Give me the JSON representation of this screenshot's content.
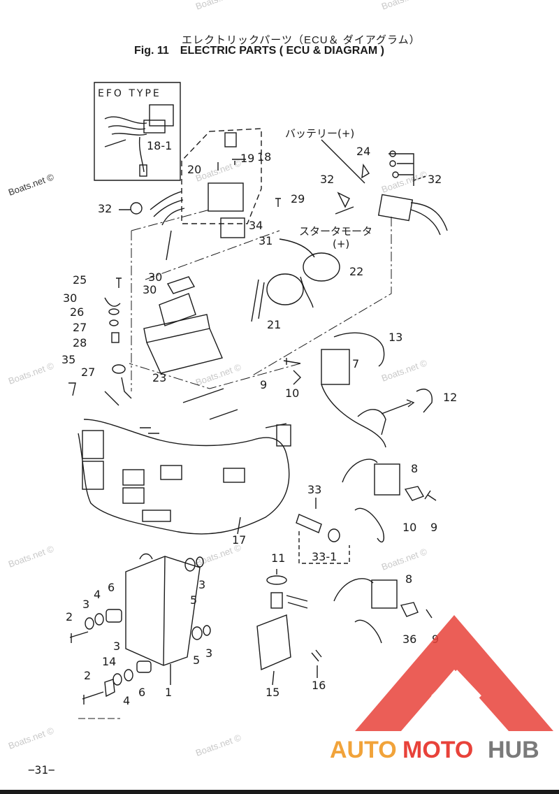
{
  "header": {
    "title_jp": "エレクトリックパーツ（ECU＆ ダイアグラム）",
    "fig_label": "Fig. 11",
    "title_en": "ELECTRIC PARTS ( ECU & DIAGRAM )"
  },
  "inset_label": "EFO TYPE",
  "labels": {
    "battery": "バッテリー(+)",
    "starter_motor": "スタータモータ",
    "starter_plus": "(+)"
  },
  "callouts": [
    "18-1",
    "18",
    "19",
    "20",
    "32",
    "29",
    "24",
    "32",
    "32",
    "34",
    "31",
    "22",
    "25",
    "30",
    "30",
    "26",
    "27",
    "28",
    "21",
    "23",
    "13",
    "35",
    "27",
    "9",
    "7",
    "10",
    "12",
    "8",
    "10",
    "9",
    "33",
    "33-1",
    "17",
    "8",
    "11",
    "2",
    "3",
    "4",
    "6",
    "5",
    "3",
    "5",
    "3",
    "36",
    "9",
    "2",
    "14",
    "3",
    "4",
    "6",
    "1",
    "16",
    "15"
  ],
  "watermark": "Boats.net ©",
  "logo": {
    "part1": "AUTO",
    "part2": "MOTO",
    "part3": "HUB"
  },
  "colors": {
    "line": "#1a1a1a",
    "watermark": "#c8c8c8",
    "logo_red": "#e8423a",
    "logo_orange": "#f1a33a",
    "logo_gray": "#7a7a7a"
  },
  "page_number": "−31−"
}
